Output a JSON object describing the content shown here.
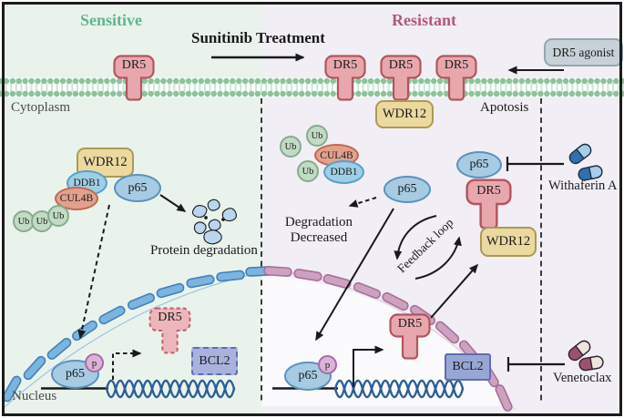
{
  "titles": {
    "sensitive": "Sensitive",
    "resistant": "Resistant",
    "treatment": "Sunitinib Treatment"
  },
  "compartments": {
    "cytoplasm": "Cytoplasm",
    "nucleus": "Nucleus"
  },
  "molecules": {
    "dr5": "DR5",
    "wdr12": "WDR12",
    "ddb1": "DDB1",
    "cul4b": "CUL4B",
    "p65": "p65",
    "ub": "Ub",
    "phospho": "p",
    "bcl2": "BCL2"
  },
  "annotations": {
    "apoptosis": "Apotosis",
    "protein_degradation": "Protein degradation",
    "degradation_line1": "Degradation",
    "degradation_line2": "Decreased",
    "feedback_loop": "Feedback loop"
  },
  "drugs": {
    "agonist": "DR5 agonist",
    "withaferin": "Withaferin A",
    "venetoclax": "Venetoclax"
  },
  "colors": {
    "sensitive_bg": "#e9f3ec",
    "resistant_bg": "#f1eef5",
    "sensitive_title": "#5fb68d",
    "resistant_title": "#b05c74",
    "dr5_fill": "#e8a7ad",
    "dr5_stroke": "#b2555e",
    "wdr12_fill": "#ecd9a0",
    "membrane_bead": "#8ac49c",
    "nuclear_membrane_left": "#7db4dd",
    "nuclear_membrane_right": "#cda2c0",
    "dna": "#2d5e93"
  }
}
